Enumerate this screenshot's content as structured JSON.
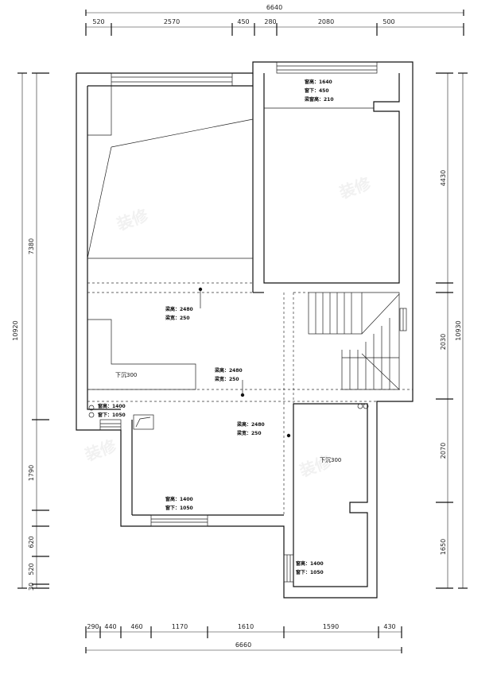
{
  "dimensions": {
    "top_total": "6640",
    "top_segments": [
      "520",
      "2570",
      "450",
      "280",
      "2080",
      "500"
    ],
    "bottom_total": "6660",
    "bottom_segments": [
      "290",
      "440",
      "460",
      "1170",
      "1610",
      "1590",
      "430"
    ],
    "left_total": "10920",
    "left_segments": [
      "7380",
      "1790",
      "620",
      "520",
      "30"
    ],
    "right_total": "10930",
    "right_segments": [
      "4430",
      "2030",
      "2070",
      "1650"
    ]
  },
  "annotations": {
    "bedroom_window": [
      "窗高：1640",
      "窗下：450",
      "梁窗高：210"
    ],
    "living_beam": [
      "梁高：2480",
      "梁宽：250"
    ],
    "center_beam": [
      "梁高：2480",
      "梁宽：250"
    ],
    "dining_beam": [
      "梁高：2480",
      "梁宽：250"
    ],
    "left_window": [
      "窗高：1400",
      "窗下：1050"
    ],
    "bottom_window": [
      "窗高：1400",
      "窗下：1050"
    ],
    "right_window": [
      "窗高：1400",
      "窗下：1050"
    ]
  },
  "labels": {
    "sunken_left": "下沉300",
    "sunken_right": "下沉300"
  }
}
